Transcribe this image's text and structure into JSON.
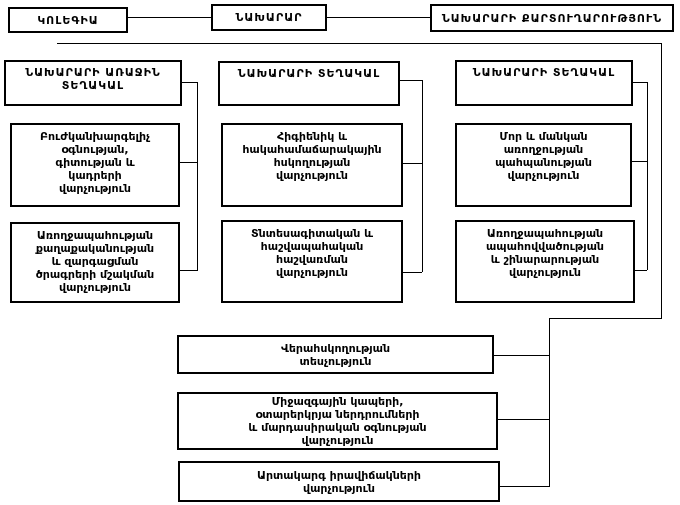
{
  "diagram": {
    "type": "org-chart",
    "colors": {
      "line": "#000000",
      "box_border": "#000000",
      "box_bg": "#ffffff",
      "text": "#000000"
    },
    "top_row": {
      "collegium": "ԿՈԼԵԳԻԱ",
      "minister": "ՆԱԽԱՐԱՐ",
      "secretariat": "ՆԱԽԱՐԱՐԻ ՔԱՐՏՈՒՂԱՐՈՒԹՅՈՒՆ"
    },
    "columns": [
      {
        "deputy": "ՆԱԽԱՐԱՐԻ ԱՌԱՋԻՆ\nՏԵՂԱԿԱԼ",
        "departments": [
          "Բուժկանխարգելիչ\nօգնության,\nգիտության և\nկադրերի\nվարչություն",
          "Առողջապահության\nքաղաքականության\nև զարգացման\nծրագրերի մշակման\nվարչություն"
        ]
      },
      {
        "deputy": "ՆԱԽԱՐԱՐԻ ՏԵՂԱԿԱԼ",
        "departments": [
          "Հիգիենիկ և\nհակահամաճարակային\nհսկողության\nվարչություն",
          "Տնտեսագիտական և\nհաշվապահական\nհաշվառման\nվարչություն"
        ]
      },
      {
        "deputy": "ՆԱԽԱՐԱՐԻ ՏԵՂԱԿԱԼ",
        "departments": [
          "Մոր և մանկան\nառողջության\nպահպանության\nվարչություն",
          "Առողջապահության\nապահովվածության\nև շինարարության\nվարչություն"
        ]
      }
    ],
    "bottom_units": [
      "Վերահսկողության\nտեսչություն",
      "Միջազգային կապերի,\nօտարերկրյա ներդրումների\nև մարդասիրական օգնության\nվարչություն",
      "Արտակարգ իրավիճակների\nվարչություն"
    ]
  }
}
